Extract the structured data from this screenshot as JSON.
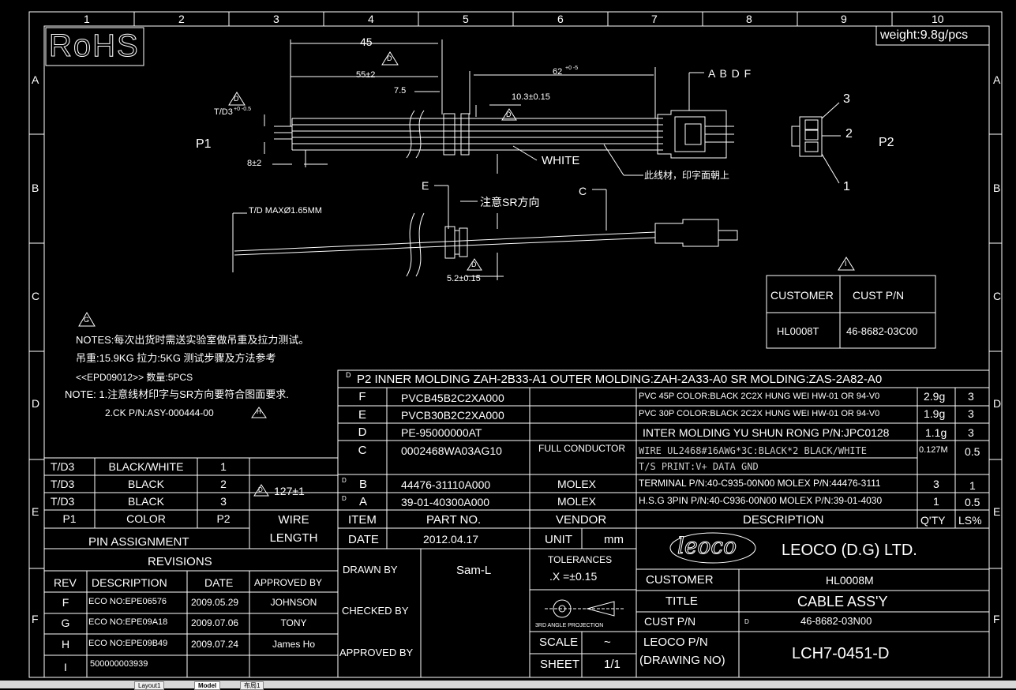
{
  "frame": {
    "cols": [
      "1",
      "2",
      "3",
      "4",
      "5",
      "6",
      "7",
      "8",
      "9",
      "10"
    ],
    "rows": [
      "A",
      "B",
      "C",
      "D",
      "E",
      "F"
    ]
  },
  "header": {
    "rohs": "RoHS",
    "weight": "weight:9.8g/pcs"
  },
  "drawing": {
    "p1": "P1",
    "p2": "P2",
    "dim_45": "45",
    "dim_55": "55±2",
    "dim_7_5": "7.5",
    "dim_62": "62",
    "dim_62_tol": "+0 -5",
    "dim_10_3": "10.3±0.15",
    "dim_td3": "T/D3",
    "dim_td3_tol": "+0 -0.5",
    "dim_8": "8±2",
    "white": "WHITE",
    "abdf": "A B D F",
    "print_note": "此线材，印字面朝上",
    "pin1": "1",
    "pin2": "2",
    "pin3": "3",
    "e_label": "E",
    "sr_note": "注意SR方向",
    "c_label": "C",
    "td_max": "T/D MAXØ1.65MM",
    "dim_5_2": "5.2±0.15",
    "tri_d": "D",
    "tri_g": "G",
    "tri_i": "I",
    "tri_h": "H"
  },
  "notes": {
    "line1": "NOTES:每次出货时需送实验室做吊重及拉力测试。",
    "line2": "吊重:15.9KG   拉力:5KG 测试步骤及方法参考",
    "line3": "<<EPD09012>> 数量:5PCS",
    "line4": "NOTE:  1.注意线材印字与SR方向要符合图面要求.",
    "line5": "2.CK P/N:ASY-000444-00"
  },
  "customer_box": {
    "h1": "CUSTOMER",
    "h2": "CUST   P/N",
    "v1": "HL0008T",
    "v2": "46-8682-03C00"
  },
  "bom": {
    "p2_note": "P2 INNER MOLDING ZAH-2B33-A1 OUTER MOLDING:ZAH-2A33-A0  SR MOLDING:ZAS-2A82-A0",
    "rows": [
      {
        "item": "F",
        "part": "PVCB45B2C2XA000",
        "vendor": "",
        "desc": "PVC 45P COLOR:BLACK 2C2X HUNG WEI HW-01 OR  94-V0",
        "qty": "2.9g",
        "ls": "3"
      },
      {
        "item": "E",
        "part": "PVCB30B2C2XA000",
        "vendor": "",
        "desc": "PVC 30P COLOR:BLACK 2C2X HUNG WEI HW-01 OR  94-V0",
        "qty": "1.9g",
        "ls": "3"
      },
      {
        "item": "D",
        "part": "PE-95000000AT",
        "vendor": "",
        "desc": "INTER MOLDING YU SHUN RONG P/N:JPC0128",
        "qty": "1.1g",
        "ls": "3"
      },
      {
        "item": "C",
        "part": "0002468WA03AG10",
        "vendor": "FULL CONDUCTOR",
        "desc": "WIRE  UL2468#16AWG*3C:BLACK*2  BLACK/WHITE",
        "desc2": "T/S PRINT:V+   DATA   GND",
        "qty": "0.127M",
        "ls": "0.5"
      },
      {
        "item": "B",
        "part": "44476-31110A000",
        "vendor": "MOLEX",
        "desc": "TERMINAL P/N:40-C935-00N00 MOLEX P/N:44476-3111",
        "qty": "3",
        "ls": "1"
      },
      {
        "item": "A",
        "part": "39-01-40300A000",
        "vendor": "MOLEX",
        "desc": "H.S.G 3PIN P/N:40-C936-00N00 MOLEX P/N:39-01-4030",
        "qty": "1",
        "ls": "0.5"
      }
    ],
    "headers": {
      "item": "ITEM",
      "part": "PART NO.",
      "vendor": "VENDOR",
      "desc": "DESCRIPTION",
      "qty": "Q'TY",
      "ls": "LS%"
    }
  },
  "pins": {
    "rows": [
      {
        "a": "T/D3",
        "b": "BLACK/WHITE",
        "c": "1"
      },
      {
        "a": "T/D3",
        "b": "BLACK",
        "c": "2"
      },
      {
        "a": "T/D3",
        "b": "BLACK",
        "c": "3"
      },
      {
        "a": "P1",
        "b": "COLOR",
        "c": "P2"
      }
    ],
    "length": "127±1",
    "wire": "WIRE",
    "wire_length": "LENGTH",
    "title": "PIN ASSIGNMENT"
  },
  "revisions": {
    "title": "REVISIONS",
    "headers": {
      "rev": "REV",
      "desc": "DESCRIPTION",
      "date": "DATE",
      "by": "APPROVED BY"
    },
    "rows": [
      {
        "rev": "F",
        "desc": "ECO NO:EPE06576",
        "date": "2009.05.29",
        "by": "JOHNSON"
      },
      {
        "rev": "G",
        "desc": "ECO NO:EPE09A18",
        "date": "2009.07.06",
        "by": "TONY"
      },
      {
        "rev": "H",
        "desc": "ECO NO:EPE09B49",
        "date": "2009.07.24",
        "by": "James Ho"
      },
      {
        "rev": "I",
        "desc": "500000003939",
        "date": "",
        "by": ""
      }
    ]
  },
  "titleblock": {
    "date_label": "DATE",
    "date": "2012.04.17",
    "unit_label": "UNIT",
    "unit": "mm",
    "drawn_by": "DRAWN BY",
    "drawn_name": "Sam-L",
    "checked_by": "CHECKED  BY",
    "approved_by": "APPROVED BY",
    "tolerances": "TOLERANCES",
    "tol_val": ".X  =±0.15",
    "projection": "3RD ANGLE PROJECTION",
    "scale_label": "SCALE",
    "scale": "~",
    "sheet_label": "SHEET",
    "sheet": "1/1",
    "logo": "leoco",
    "company": "LEOCO (D.G) LTD.",
    "customer_label": "CUSTOMER",
    "customer": "HL0008M",
    "title_label": "TITLE",
    "title": "CABLE ASS'Y",
    "cust_pn_label": "CUST   P/N",
    "cust_pn": "46-8682-03N00",
    "leoco_pn_label": "LEOCO  P/N",
    "leoco_pn_label2": "(DRAWING NO)",
    "leoco_pn": "LCH7-0451-D"
  },
  "tabs": [
    "Layout1",
    "Model",
    "布局1"
  ]
}
